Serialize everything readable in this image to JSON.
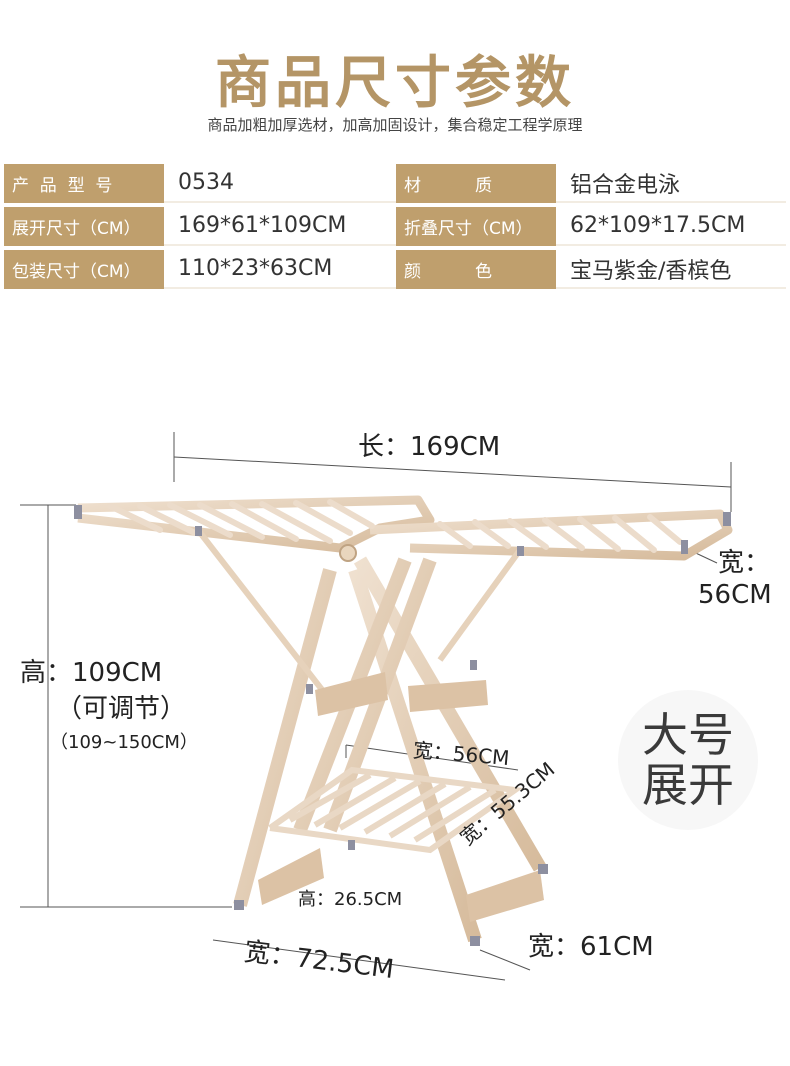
{
  "header": {
    "title": "商品尺寸参数",
    "subtitle": "商品加粗加厚选材，加高加固设计，集合稳定工程学原理"
  },
  "specs": [
    {
      "label1": "产  品  型  号",
      "value1": "0534",
      "label2": "材          质",
      "value2": "铝合金电泳"
    },
    {
      "label1": "展开尺寸（CM）",
      "value1": "169*61*109CM",
      "label2": "折叠尺寸（CM）",
      "value2": "62*109*17.5CM"
    },
    {
      "label1": "包装尺寸（CM）",
      "value1": "110*23*63CM",
      "label2": "颜          色",
      "value2": "宝马紫金/香槟色"
    }
  ],
  "dimensions": {
    "length": "长：169CM",
    "wing_width_label": "宽：",
    "wing_width_value": "56CM",
    "height_value": "高：109CM",
    "height_adjustable": "（可调节）",
    "height_range": "（109~150CM）",
    "shelf_width": "宽：56CM",
    "shelf_depth": "宽：55.3CM",
    "shelf_height": "高：26.5CM",
    "base_width": "宽：72.5CM",
    "base_depth": "宽：61CM"
  },
  "badge": {
    "line1": "大号",
    "line2": "展开"
  },
  "colors": {
    "gold": "#bf9f6d",
    "title_gold": "#b49566",
    "frame": "#e2cbb3"
  }
}
